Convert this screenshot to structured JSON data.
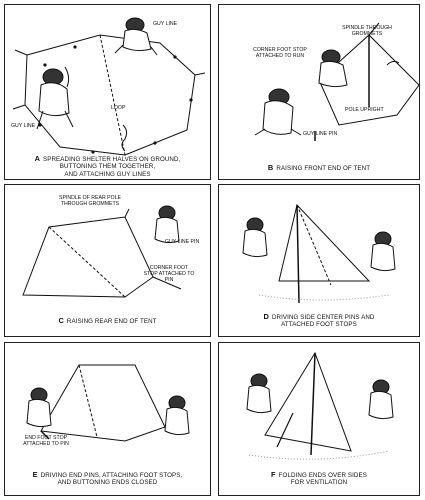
{
  "panels": {
    "a": {
      "letter": "A",
      "caption_lines": [
        "SPREADING SHELTER HALVES ON GROUND,",
        "BUTTONING THEM TOGETHER,",
        "AND ATTACHING GUY LINES"
      ],
      "labels": {
        "guy_line_top": "GUY LINE",
        "loop": "LOOP",
        "guy_line_bottom": "GUY LINE"
      }
    },
    "b": {
      "letter": "B",
      "caption_lines": [
        "RAISING FRONT END OF TENT"
      ],
      "labels": {
        "spindle": "SPINDLE THROUGH GROMMETS",
        "corner_foot_stop": "CORNER FOOT STOP ATTACHED TO RUN",
        "pole_upright": "POLE UPRIGHT",
        "guy_line_pin": "GUY LINE PIN"
      }
    },
    "c": {
      "letter": "C",
      "caption_lines": [
        "RAISING REAR END OF TENT"
      ],
      "labels": {
        "spindle_rear": "SPINDLE OF REAR POLE THROUGH GROMMETS",
        "guy_line_pin": "GUY LINE PIN",
        "corner_foot_stop": "CORNER FOOT STOP ATTACHED TO PIN"
      }
    },
    "d": {
      "letter": "D",
      "caption_lines": [
        "DRIVING SIDE CENTER PINS AND",
        "ATTACHED FOOT STOPS"
      ]
    },
    "e": {
      "letter": "E",
      "caption_lines": [
        "DRIVING END PINS, ATTACHING FOOT STOPS,",
        "AND BUTTONING ENDS CLOSED"
      ],
      "labels": {
        "end_foot_stop": "END FOOT STOP ATTACHED TO PIN"
      }
    },
    "f": {
      "letter": "F",
      "caption_lines": [
        "FOLDING ENDS OVER SIDES",
        "FOR VENTILATION"
      ]
    }
  },
  "colors": {
    "ink": "#111111",
    "border": "#222222",
    "background": "#ffffff",
    "ground": "#9a9a9a"
  }
}
